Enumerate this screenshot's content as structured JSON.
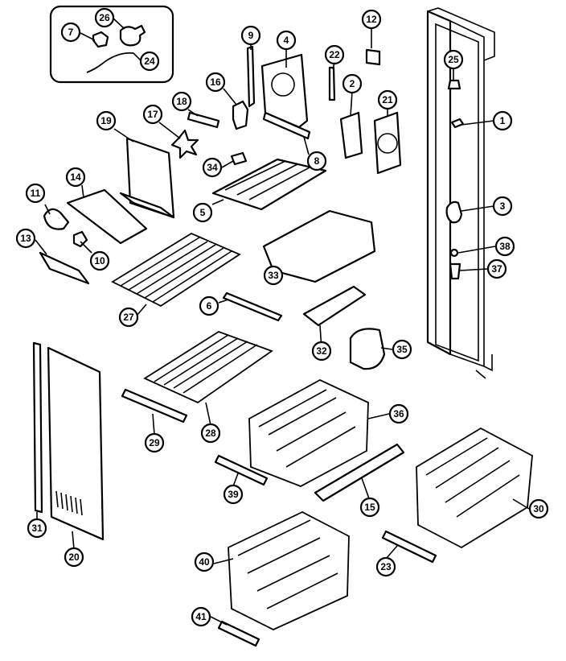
{
  "callouts": [
    {
      "id": "p26",
      "label": "26"
    },
    {
      "id": "p7",
      "label": "7"
    },
    {
      "id": "p24",
      "label": "24"
    },
    {
      "id": "p9",
      "label": "9"
    },
    {
      "id": "p4",
      "label": "4"
    },
    {
      "id": "p12",
      "label": "12"
    },
    {
      "id": "p22",
      "label": "22"
    },
    {
      "id": "p16",
      "label": "16"
    },
    {
      "id": "p2",
      "label": "2"
    },
    {
      "id": "p21",
      "label": "21"
    },
    {
      "id": "p25",
      "label": "25"
    },
    {
      "id": "p18",
      "label": "18"
    },
    {
      "id": "p17",
      "label": "17"
    },
    {
      "id": "p19",
      "label": "19"
    },
    {
      "id": "p1",
      "label": "1"
    },
    {
      "id": "p8",
      "label": "8"
    },
    {
      "id": "p34",
      "label": "34"
    },
    {
      "id": "p14",
      "label": "14"
    },
    {
      "id": "p11",
      "label": "11"
    },
    {
      "id": "p5",
      "label": "5"
    },
    {
      "id": "p3",
      "label": "3"
    },
    {
      "id": "p13",
      "label": "13"
    },
    {
      "id": "p10",
      "label": "10"
    },
    {
      "id": "p38",
      "label": "38"
    },
    {
      "id": "p33",
      "label": "33"
    },
    {
      "id": "p37",
      "label": "37"
    },
    {
      "id": "p27",
      "label": "27"
    },
    {
      "id": "p6",
      "label": "6"
    },
    {
      "id": "p32",
      "label": "32"
    },
    {
      "id": "p35",
      "label": "35"
    },
    {
      "id": "p36",
      "label": "36"
    },
    {
      "id": "p29",
      "label": "29"
    },
    {
      "id": "p28",
      "label": "28"
    },
    {
      "id": "p39",
      "label": "39"
    },
    {
      "id": "p15",
      "label": "15"
    },
    {
      "id": "p30",
      "label": "30"
    },
    {
      "id": "p31",
      "label": "31"
    },
    {
      "id": "p20",
      "label": "20"
    },
    {
      "id": "p23",
      "label": "23"
    },
    {
      "id": "p40",
      "label": "40"
    },
    {
      "id": "p41",
      "label": "41"
    }
  ]
}
